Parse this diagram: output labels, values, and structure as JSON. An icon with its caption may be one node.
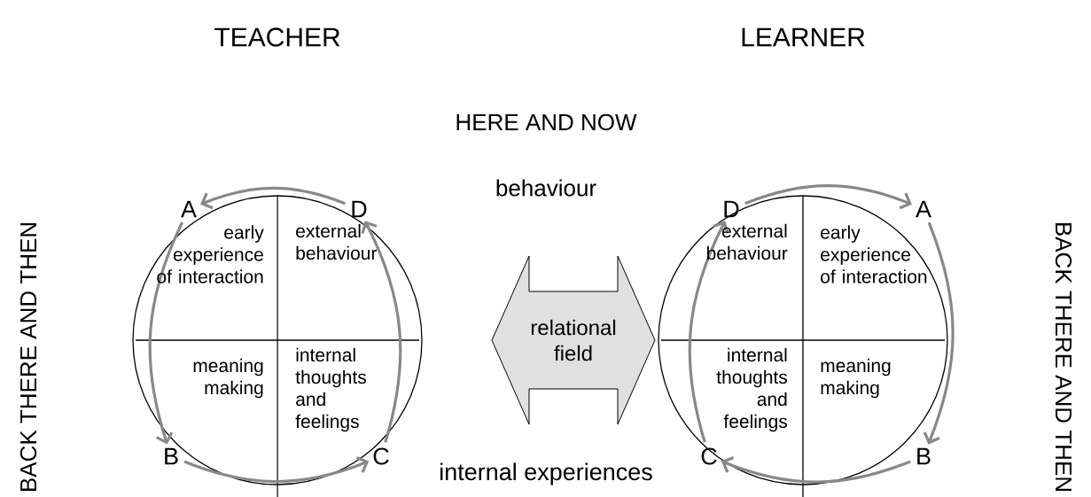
{
  "diagram": {
    "nodes": [
      {
        "text": [],
        "shape": "circle"
      },
      {
        "text": [
          "A"
        ],
        "in": 0
      },
      {
        "text": [
          "B"
        ],
        "in": 0
      },
      {
        "text": [
          "C"
        ],
        "in": 0
      },
      {
        "text": [
          "D"
        ],
        "in": 0
      },
      {
        "text": [
          "relational field"
        ]
      },
      {
        "text": [],
        "shape": "circle"
      },
      {
        "text": [
          "D"
        ],
        "in": 6
      },
      {
        "text": [
          "A"
        ],
        "in": 6
      },
      {
        "text": [
          "B"
        ],
        "in": 6
      },
      {
        "text": [
          "C"
        ],
        "in": 6
      }
    ],
    "edges": [
      {
        "from": 1,
        "to": 2,
        "arrow": "to"
      },
      {
        "from": 2,
        "to": 3,
        "arrow": "to"
      },
      {
        "from": 3,
        "to": 4,
        "arrow": "to"
      },
      {
        "from": 4,
        "to": 1,
        "arrow": "to"
      },
      {
        "from": 7,
        "to": 8,
        "arrow": "to"
      },
      {
        "from": 8,
        "to": 9,
        "arrow": "to"
      },
      {
        "from": 9,
        "to": 10,
        "arrow": "to"
      },
      {
        "from": 10,
        "to": 7,
        "arrow": "to"
      }
    ],
    "labels": [
      "TEACHER",
      "LEARNER",
      "HERE AND NOW",
      "BACK THERE AND THEN",
      "behaviour",
      "BACK THERE AND THEN",
      "early experience of interaction",
      "external behaviour",
      "meaning making",
      "internal thoughts and feelings",
      "external behaviour",
      "early experience of interaction",
      "internal thoughts and feelings",
      "meaning making",
      "internal experiences"
    ]
  }
}
